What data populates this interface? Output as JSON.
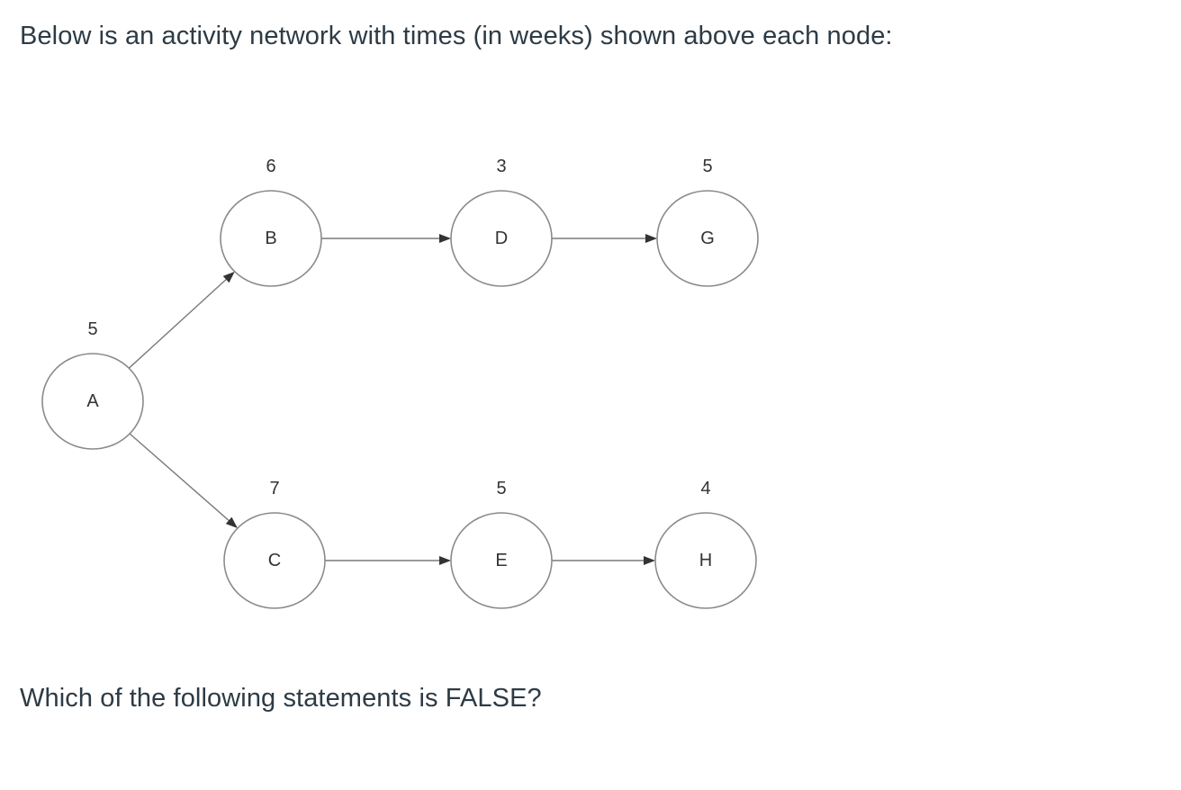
{
  "question": {
    "intro": "Below is an activity network with times (in weeks) shown above each node:",
    "prompt": "Which of the following statements is FALSE?"
  },
  "network": {
    "nodes": [
      {
        "id": "A",
        "label": "A",
        "time": "5"
      },
      {
        "id": "B",
        "label": "B",
        "time": "6"
      },
      {
        "id": "D",
        "label": "D",
        "time": "3"
      },
      {
        "id": "G",
        "label": "G",
        "time": "5"
      },
      {
        "id": "C",
        "label": "C",
        "time": "7"
      },
      {
        "id": "E",
        "label": "E",
        "time": "5"
      },
      {
        "id": "H",
        "label": "H",
        "time": "4"
      }
    ],
    "edges": [
      {
        "from": "A",
        "to": "B"
      },
      {
        "from": "A",
        "to": "C"
      },
      {
        "from": "B",
        "to": "D"
      },
      {
        "from": "D",
        "to": "G"
      },
      {
        "from": "C",
        "to": "E"
      },
      {
        "from": "E",
        "to": "H"
      }
    ]
  }
}
